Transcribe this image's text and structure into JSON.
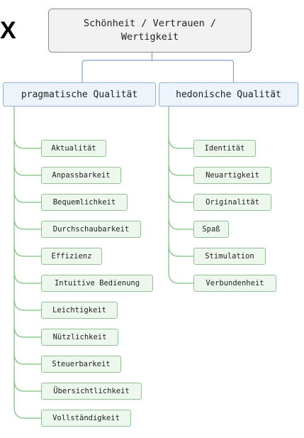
{
  "root": {
    "line1": "Schönheit / Vertrauen /",
    "line2": "Wertigkeit"
  },
  "marker": "X",
  "branches": [
    {
      "label": "pragmatische Qualität",
      "items": [
        "Aktualität",
        "Anpassbarkeit",
        "Bequemlichkeit",
        "Durchschaubarkeit",
        "Effizienz",
        "Intuitive Bedienung",
        "Leichtigkeit",
        "Nützlichkeit",
        "Steuerbarkeit",
        "Übersichtlichkeit",
        "Vollständigkeit"
      ]
    },
    {
      "label": "hedonische Qualität",
      "items": [
        "Identität",
        "Neuartigkeit",
        "Originalität",
        "Spaß",
        "Stimulation",
        "Verbundenheit"
      ]
    }
  ],
  "colors": {
    "root_fill": "#f2f2f2",
    "branch_fill": "#eef4fb",
    "branch_border": "#8fb1d6",
    "leaf_fill": "#eef7ee",
    "leaf_border": "#93c393",
    "connector_blue": "#7ea6d0",
    "connector_green": "#7cc07c",
    "connector_gray": "#9a9a9a"
  }
}
